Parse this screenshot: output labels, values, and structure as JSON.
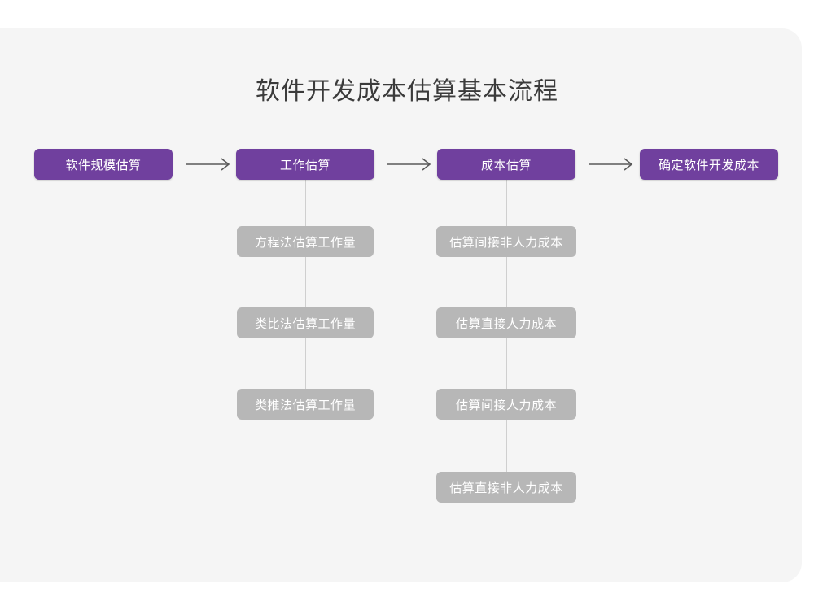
{
  "page": {
    "title": "软件开发成本估算基本流程",
    "background_color": "#ffffff",
    "card_color": "#f5f5f5",
    "title_color": "#3b3b3b"
  },
  "theme": {
    "primary_color": "#70409e",
    "secondary_color": "#b7b7b7",
    "connector_color": "#cfcfcf",
    "arrow_color": "#5a5a5a",
    "node_text_color": "#ffffff"
  },
  "chart_data": {
    "type": "diagram",
    "title": "软件开发成本估算基本流程",
    "orientation": "left-to-right with vertical sub-branches",
    "main_flow": [
      {
        "id": "step1",
        "label": "软件规模估算"
      },
      {
        "id": "step2",
        "label": "工作估算"
      },
      {
        "id": "step3",
        "label": "成本估算"
      },
      {
        "id": "step4",
        "label": "确定软件开发成本"
      }
    ],
    "connectors": [
      {
        "from": "step1",
        "to": "step2",
        "type": "arrow"
      },
      {
        "from": "step2",
        "to": "step3",
        "type": "arrow"
      },
      {
        "from": "step3",
        "to": "step4",
        "type": "arrow"
      }
    ],
    "branches": [
      {
        "parent": "step2",
        "children": [
          {
            "id": "step2-sub1",
            "label": "方程法估算工作量"
          },
          {
            "id": "step2-sub2",
            "label": "类比法估算工作量"
          },
          {
            "id": "step2-sub3",
            "label": "类推法估算工作量"
          }
        ]
      },
      {
        "parent": "step3",
        "children": [
          {
            "id": "step3-sub1",
            "label": "估算间接非人力成本"
          },
          {
            "id": "step3-sub2",
            "label": "估算直接人力成本"
          },
          {
            "id": "step3-sub3",
            "label": "估算间接人力成本"
          },
          {
            "id": "step3-sub4",
            "label": "估算直接非人力成本"
          }
        ]
      }
    ]
  },
  "nodes": {
    "step1": "软件规模估算",
    "step2": "工作估算",
    "step3": "成本估算",
    "step4": "确定软件开发成本",
    "work_sub1": "方程法估算工作量",
    "work_sub2": "类比法估算工作量",
    "work_sub3": "类推法估算工作量",
    "cost_sub1": "估算间接非人力成本",
    "cost_sub2": "估算直接人力成本",
    "cost_sub3": "估算间接人力成本",
    "cost_sub4": "估算直接非人力成本"
  }
}
